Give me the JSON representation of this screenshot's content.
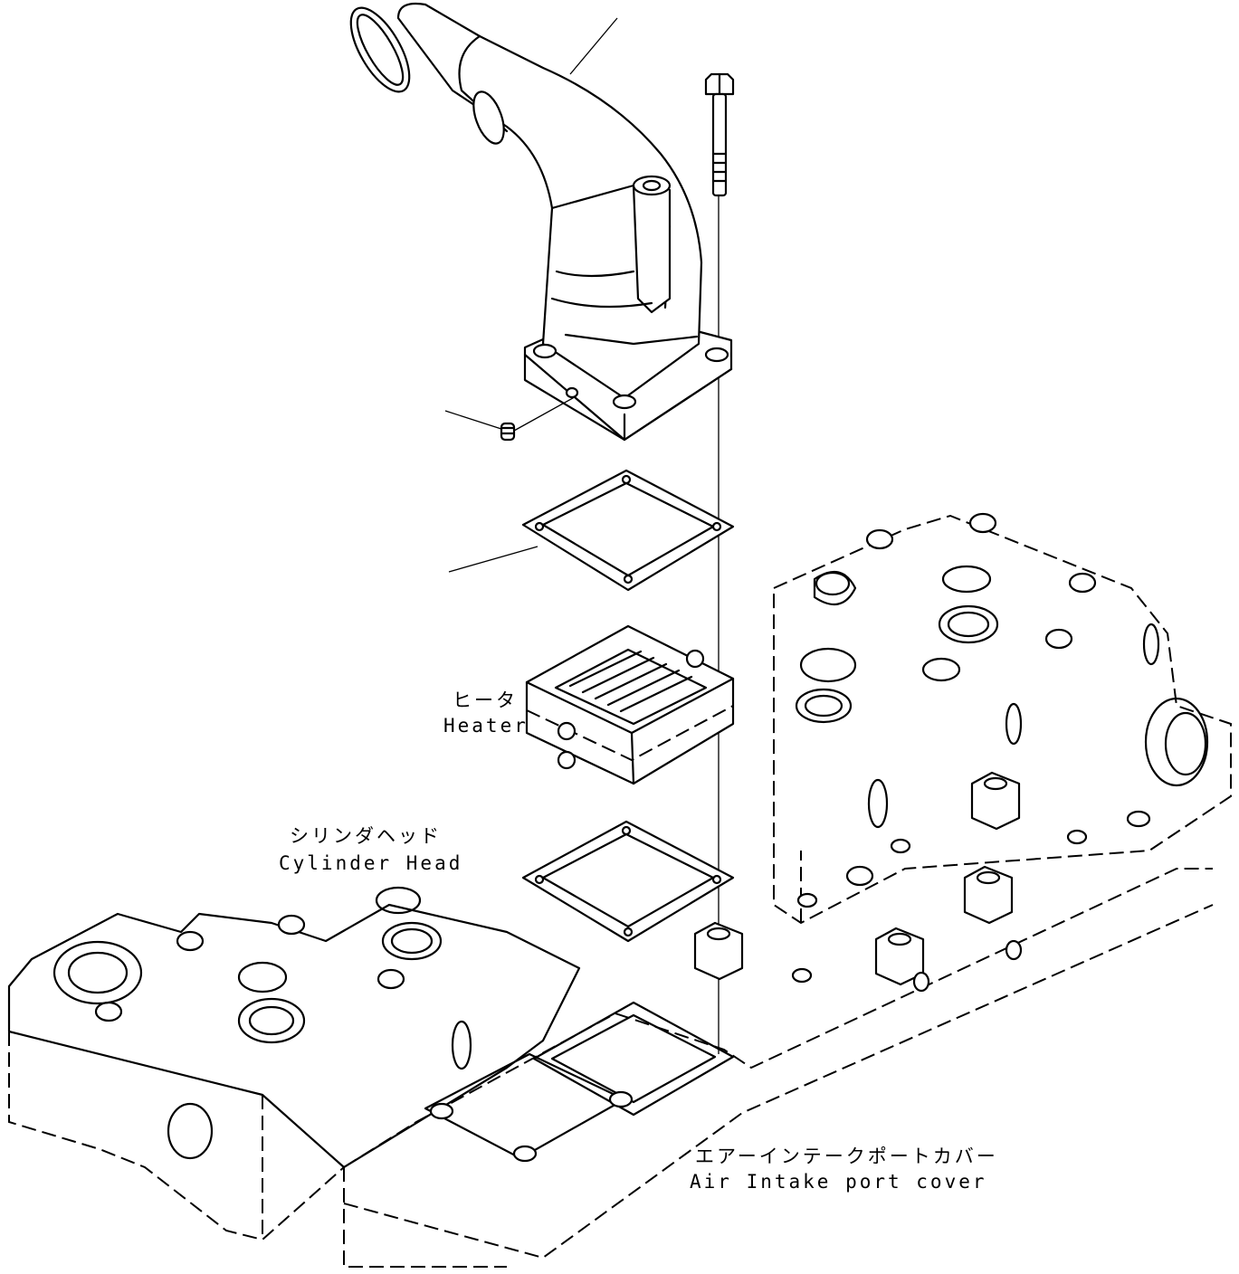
{
  "labels": {
    "heater_jp": "ヒータ",
    "heater_en": "Heater",
    "cylinder_head_jp": "シリンダヘッド",
    "cylinder_head_en": "Cylinder Head",
    "cover_jp": "エアーインテークポートカバー",
    "cover_en": "Air Intake port cover"
  }
}
